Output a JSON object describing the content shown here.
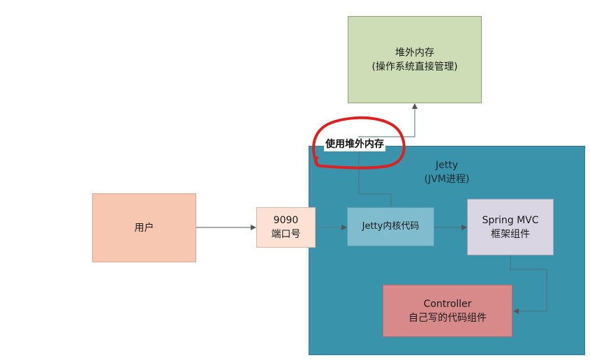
{
  "offheap_box": {
    "line1": "堆外内存",
    "line2": "(操作系统直接管理)"
  },
  "jetty_container": {
    "line1": "Jetty",
    "line2": "(JVM进程)"
  },
  "user_box": {
    "label": "用户"
  },
  "port_box": {
    "line1": "9090",
    "line2": "端口号"
  },
  "jetty_core_box": {
    "label": "Jetty内核代码"
  },
  "spring_box": {
    "line1": "Spring MVC",
    "line2": "框架组件"
  },
  "controller_box": {
    "line1": "Controller",
    "line2": "自己写的代码组件"
  },
  "edge_label": "使用堆外内存",
  "colors": {
    "offheap": "#cfddb6",
    "jetty_container": "#3994ab",
    "user": "#f8c7b1",
    "port": "#fde1d5",
    "jetty_core": "#7fbccd",
    "spring": "#dad5e3",
    "controller": "#d8898a",
    "annotation_circle": "#e02020",
    "connector": "#555555"
  }
}
